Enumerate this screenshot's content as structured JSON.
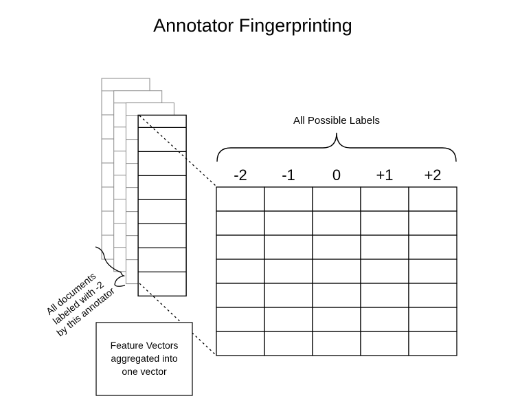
{
  "title": "Annotator Fingerprinting",
  "matrix": {
    "header": "All Possible Labels",
    "column_labels": [
      "-2",
      "-1",
      "0",
      "+1",
      "+2"
    ],
    "row_count": 7
  },
  "document_stack": {
    "stack_count": 4,
    "cells_per_column": 7,
    "note_lines": [
      "All documents",
      "labeled with -2",
      "by this annotator"
    ]
  },
  "aggregation_box": {
    "lines": [
      "Feature Vectors",
      "aggregated into",
      "one vector"
    ]
  }
}
